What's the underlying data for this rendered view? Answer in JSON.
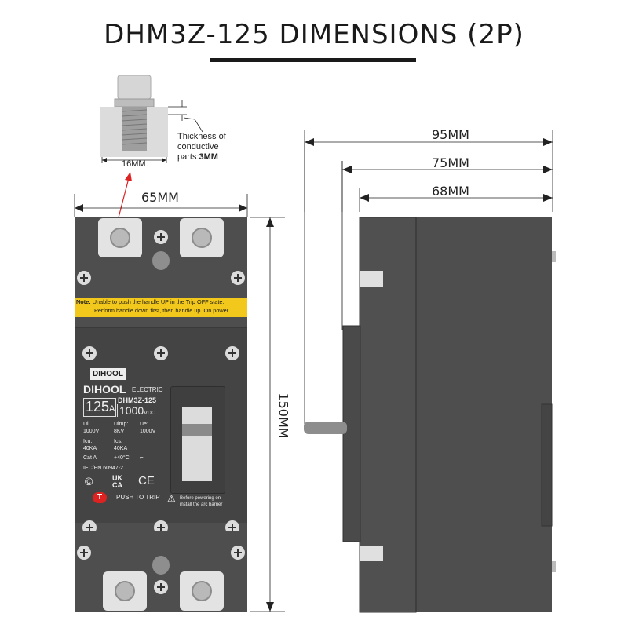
{
  "title": "DHM3Z-125 DIMENSIONS (2P)",
  "dimensions": {
    "bolt_width": "16MM",
    "front_width": "65MM",
    "height": "150MM",
    "side_total": "95MM",
    "side_mid": "75MM",
    "side_body": "68MM"
  },
  "thickness_note": {
    "line1": "Thickness of",
    "line2": "conductive",
    "line3_prefix": "parts:",
    "line3_value": "3MM"
  },
  "warning": {
    "label": "Note:",
    "line1": "Unable to push the handle UP in the Trip OFF state.",
    "line2": "Perform handle down first, then handle up. On power"
  },
  "label_panel": {
    "brand_box": "DIHOOL",
    "brand": "DIHOOL",
    "brand_suffix": "ELECTRIC",
    "rating_current": "125",
    "rating_unit": "A",
    "model": "DHM3Z-125",
    "voltage_rating": "1000",
    "voltage_unit": "VDC",
    "specs": [
      {
        "label": "Ui:",
        "value": "1000V"
      },
      {
        "label": "Uimp:",
        "value": "8KV"
      },
      {
        "label": "Ue:",
        "value": "1000V"
      },
      {
        "label": "Icu:",
        "value": "40KA"
      },
      {
        "label": "Ics:",
        "value": "40KA"
      }
    ],
    "category": "Cat A",
    "temperature": "+40°C",
    "standard": "IEC/EN 60947-2",
    "marks": [
      "UK CA",
      "CE"
    ],
    "trip_button": "T",
    "push_to_trip": "PUSH TO TRIP",
    "caution_line1": "Before powering on",
    "caution_line2": "install the arc barrier"
  },
  "colors": {
    "body": "#4e4e4e",
    "note_bg": "#f2c81c",
    "trip_button": "#d22222",
    "arrow_red": "#d22222"
  }
}
